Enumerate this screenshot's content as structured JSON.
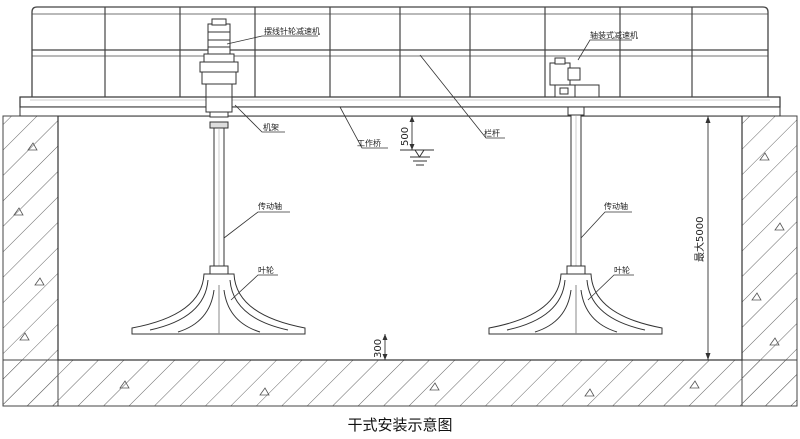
{
  "caption": "干式安装示意图",
  "labels": {
    "motor_left": "摆线针轮减速机",
    "motor_right": "轴装式减速机",
    "frame": "机架",
    "walkway": "工作桥",
    "railing": "栏杆",
    "shaft_left": "传动轴",
    "shaft_right": "传动轴",
    "impeller_left": "叶轮",
    "impeller_right": "叶轮"
  },
  "dimensions": {
    "top_clearance": "500",
    "bottom_clearance": "300",
    "depth": "最大5000"
  },
  "colors": {
    "line": "#333333",
    "hatch": "#555555",
    "background": "#ffffff"
  }
}
